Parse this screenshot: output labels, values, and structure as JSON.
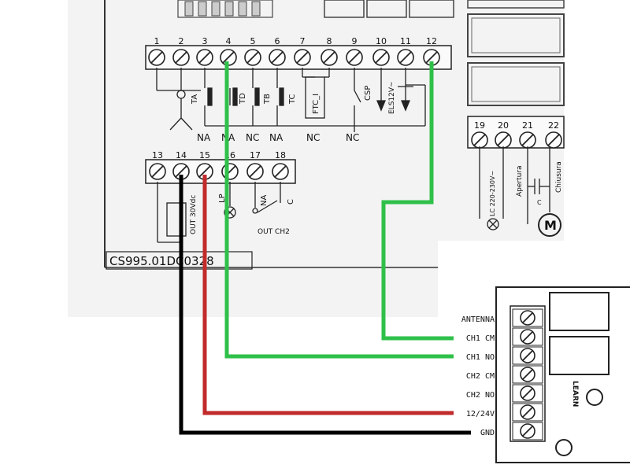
{
  "board": {
    "top_terminals": [
      "1",
      "2",
      "3",
      "4",
      "5",
      "6",
      "7",
      "8",
      "9",
      "10",
      "11",
      "12"
    ],
    "contacts": {
      "TA": "TA",
      "TD": "TD",
      "TB": "TB",
      "TC": "TC",
      "FTC": "FTC_I",
      "CSP": "CSP",
      "ELS": "ELS12V~"
    },
    "contact_types": [
      "NA",
      "NA",
      "NC",
      "NA",
      "NC",
      "NC"
    ],
    "lower_terminals": [
      "13",
      "14",
      "15",
      "16",
      "17",
      "18"
    ],
    "out30": "OUT 30Vdc",
    "lp": "LP",
    "out_ch2_na": "NA",
    "out_ch2_c": "C",
    "out_ch2": "OUT CH2",
    "model_code": "CS995.01DC0328"
  },
  "motor_block": {
    "terminals": [
      "19",
      "20",
      "21",
      "22"
    ],
    "lc_label": "LC 220-230V~",
    "apertura": "Apertura",
    "chiusura": "Chiusura",
    "cap_label": "C",
    "motor_label": "M"
  },
  "receiver": {
    "pins": [
      "ANTENNA",
      "CH1 CM",
      "CH1 NO",
      "CH2 CM",
      "CH2 NO",
      "12/24V",
      "GND"
    ],
    "learn": "LEARN"
  },
  "colors": {
    "green_wire": "#2fc04a",
    "red_wire": "#c12b2b",
    "black_wire": "#000000"
  }
}
